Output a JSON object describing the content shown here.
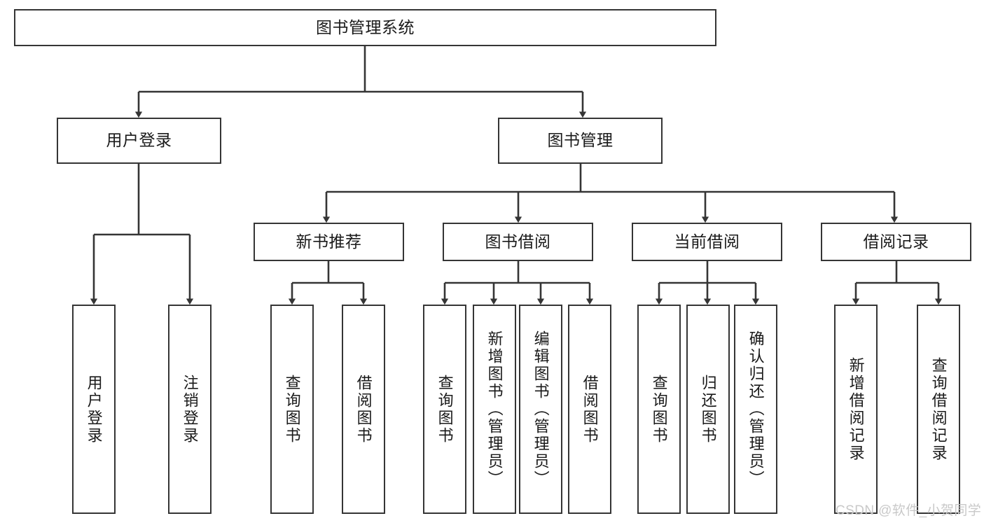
{
  "diagram": {
    "type": "tree-hierarchy-chart",
    "title": "图书管理系统",
    "root": {
      "id": "root",
      "label": "图书管理系统",
      "orientation": "horizontal"
    },
    "level2": [
      {
        "id": "user-login",
        "label": "用户登录",
        "orientation": "horizontal"
      },
      {
        "id": "book-management",
        "label": "图书管理",
        "orientation": "horizontal"
      }
    ],
    "level3": [
      {
        "id": "new-book-recommend",
        "label": "新书推荐",
        "orientation": "horizontal"
      },
      {
        "id": "book-borrow",
        "label": "图书借阅",
        "orientation": "horizontal"
      },
      {
        "id": "current-borrow",
        "label": "当前借阅",
        "orientation": "horizontal"
      },
      {
        "id": "borrow-record",
        "label": "借阅记录",
        "orientation": "horizontal"
      }
    ],
    "leaves": [
      {
        "id": "leaf-user-login",
        "label": "用户登录",
        "parent": "user-login",
        "orientation": "vertical"
      },
      {
        "id": "leaf-logout-login",
        "label": "注销登录",
        "parent": "user-login",
        "orientation": "vertical"
      },
      {
        "id": "leaf-query-book-1",
        "label": "查询图书",
        "parent": "new-book-recommend",
        "orientation": "vertical"
      },
      {
        "id": "leaf-borrow-book-1",
        "label": "借阅图书",
        "parent": "new-book-recommend",
        "orientation": "vertical"
      },
      {
        "id": "leaf-query-book-2",
        "label": "查询图书",
        "parent": "book-borrow",
        "orientation": "vertical"
      },
      {
        "id": "leaf-add-book",
        "label": "新增图书（管理员）",
        "parent": "book-borrow",
        "orientation": "vertical"
      },
      {
        "id": "leaf-edit-book",
        "label": "编辑图书（管理员）",
        "parent": "book-borrow",
        "orientation": "vertical"
      },
      {
        "id": "leaf-borrow-book-2",
        "label": "借阅图书",
        "parent": "book-borrow",
        "orientation": "vertical"
      },
      {
        "id": "leaf-query-book-3",
        "label": "查询图书",
        "parent": "current-borrow",
        "orientation": "vertical"
      },
      {
        "id": "leaf-return-book",
        "label": "归还图书",
        "parent": "current-borrow",
        "orientation": "vertical"
      },
      {
        "id": "leaf-confirm-return",
        "label": "确认归还（管理员）",
        "parent": "current-borrow",
        "orientation": "vertical"
      },
      {
        "id": "leaf-add-record",
        "label": "新增借阅记录",
        "parent": "borrow-record",
        "orientation": "vertical"
      },
      {
        "id": "leaf-query-record",
        "label": "查询借阅记录",
        "parent": "borrow-record",
        "orientation": "vertical"
      }
    ],
    "colors": {
      "box_border": "#353535",
      "box_fill": "#ffffff",
      "connector": "#353535",
      "text": "#1a1a1a",
      "watermark": "#c9c9c9",
      "background": "#ffffff"
    }
  },
  "watermark": {
    "text": "CSDN @软件_小贺同学"
  }
}
